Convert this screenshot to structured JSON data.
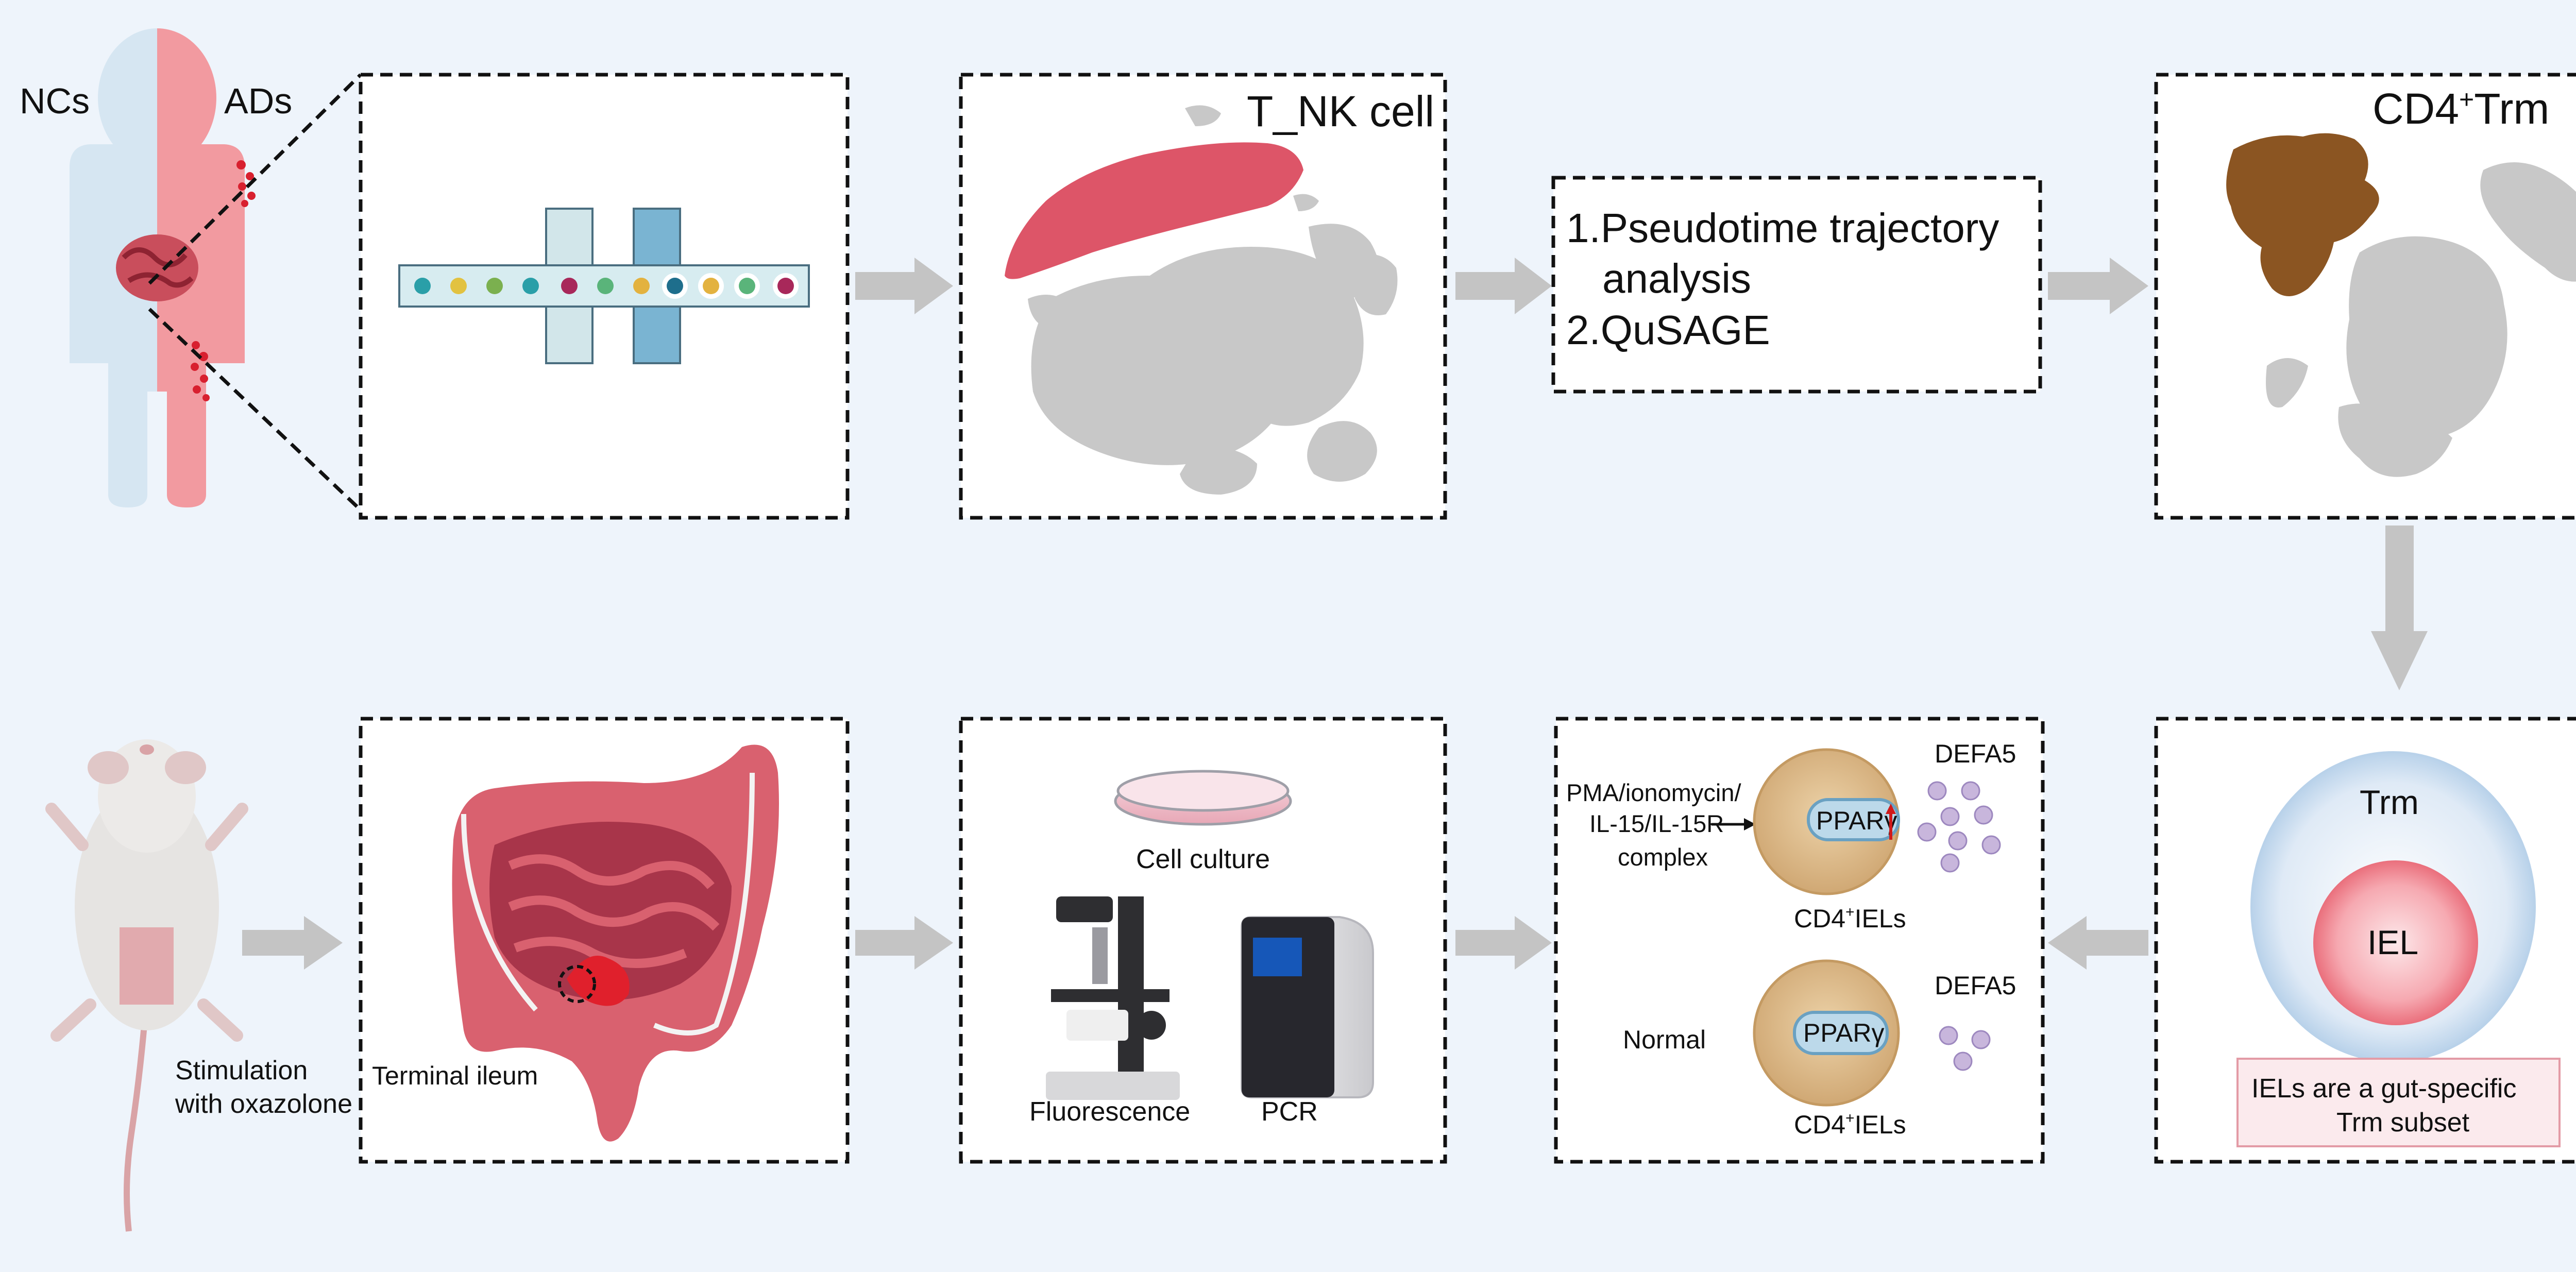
{
  "panel1": {
    "label_left": "NCs",
    "label_right": "ADs"
  },
  "panel3": {
    "title": "T_NK cell"
  },
  "panel4": {
    "line1": "1.Pseudotime trajectory",
    "line1b": "analysis",
    "line2": "2.QuSAGE"
  },
  "panel5": {
    "title_main": "CD4",
    "title_sup": "+",
    "title_rest": "Trm"
  },
  "mouse": {
    "caption_line1": "Stimulation",
    "caption_line2": "with oxazolone"
  },
  "intestine": {
    "label": "Terminal ileum"
  },
  "methods": {
    "culture": "Cell culture",
    "fluorescence": "Fluorescence",
    "pcr": "PCR"
  },
  "mechanism": {
    "stim_line1": "PMA/ionomycin/",
    "stim_line2": "IL-15/IL-15R",
    "stim_line3": "complex",
    "normal": "Normal",
    "gene": "PPARγ",
    "defa": "DEFA5",
    "cell_label_main": "CD4",
    "cell_label_sup": "+",
    "cell_label_rest": "IELs"
  },
  "trm": {
    "outer": "Trm",
    "inner": "IEL",
    "box_line1": "IELs are a gut-specific",
    "box_line2": "Trm  subset"
  },
  "colors": {
    "background": "#eef4fb",
    "highlight_red": "#dd5568",
    "trm_brown": "#8b5522",
    "cluster_gray": "#c8c8c8",
    "arrow_gray": "#c4c4c4"
  }
}
